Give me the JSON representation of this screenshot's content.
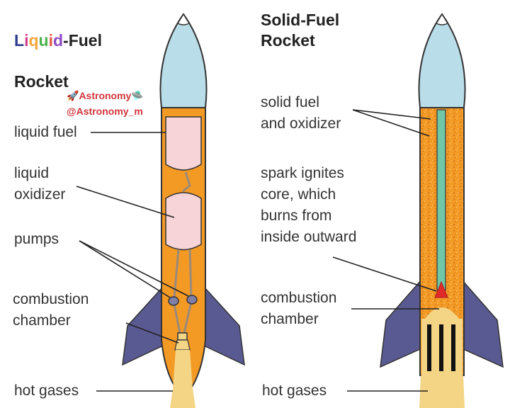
{
  "liquid": {
    "title_colored": "Liquid",
    "title_rest": "-Fuel",
    "title_line2": "Rocket",
    "title_letter_colors": [
      "#2f3a8f",
      "#d13a8a",
      "#f2a53a",
      "#49b24a",
      "#e2563f",
      "#8e49c2"
    ],
    "labels": {
      "liquid_fuel": "liquid fuel",
      "liquid_oxidizer": "liquid\noxidizer",
      "pumps": "pumps",
      "combustion_chamber": "combustion\nchamber",
      "hot_gases": "hot gases"
    }
  },
  "solid": {
    "title": "Solid-Fuel\nRocket",
    "labels": {
      "solid_fuel": "solid fuel\nand oxidizer",
      "spark": "spark ignites\ncore, which\nburns from\ninside outward",
      "combustion_chamber": "combustion\nchamber",
      "hot_gases": "hot gases"
    }
  },
  "watermark": {
    "line1": "Astronomy",
    "line2": "@Astronomy_m",
    "icon_left": "rocket-icon",
    "icon_right": "ufo-icon"
  },
  "colors": {
    "nose": "#b9dde9",
    "body_orange": "#f39a25",
    "tank_pink": "#f7d4d8",
    "fin": "#5a5a92",
    "flame": "#f3d585",
    "core": "#6fc7a6",
    "spark": "#e12a2a",
    "outline": "#333333"
  }
}
